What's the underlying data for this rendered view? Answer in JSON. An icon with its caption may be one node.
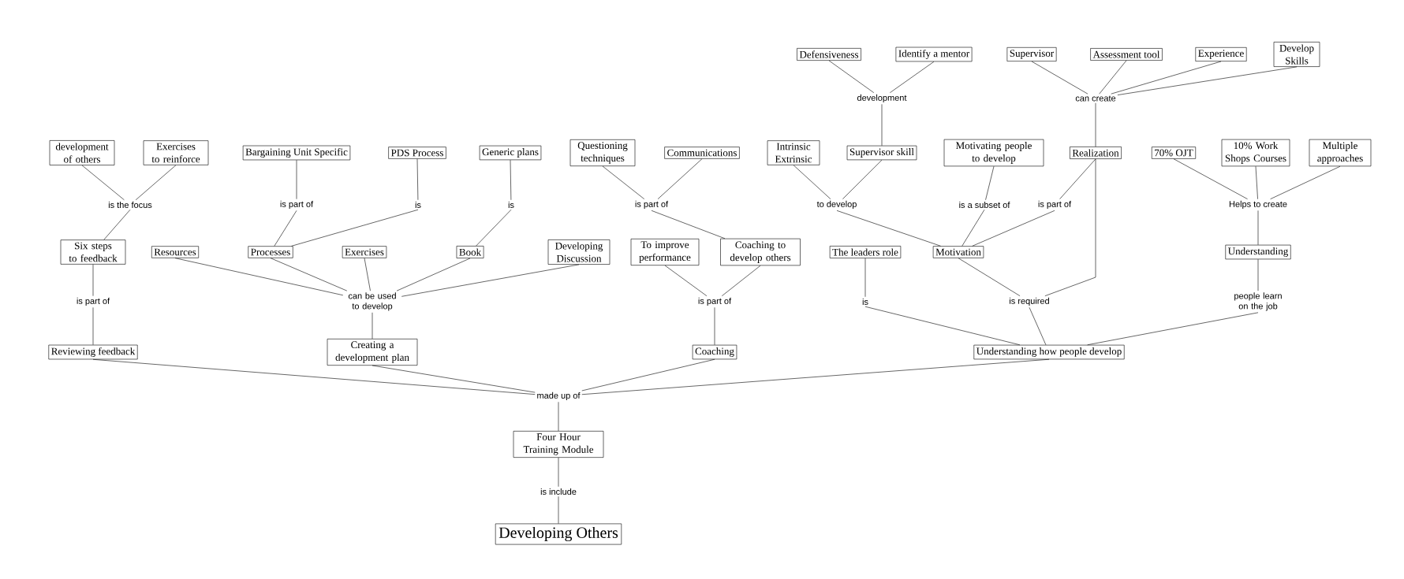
{
  "diagram": {
    "nodes": [
      {
        "text": [
          "Defensiveness"
        ]
      },
      {
        "text": [
          "Identify a mentor"
        ]
      },
      {
        "text": [
          "Supervisor"
        ]
      },
      {
        "text": [
          "Assessment tool"
        ]
      },
      {
        "text": [
          "Experience"
        ]
      },
      {
        "text": [
          "Develop Skills"
        ]
      },
      {
        "text": [
          "development"
        ]
      },
      {
        "text": [
          "can create"
        ]
      },
      {
        "text": [
          "development of others"
        ]
      },
      {
        "text": [
          "Exercises to reinforce"
        ]
      },
      {
        "text": [
          "Bargaining Unit Specific"
        ]
      },
      {
        "text": [
          "PDS Process"
        ]
      },
      {
        "text": [
          "Generic plans"
        ]
      },
      {
        "text": [
          "Questioning techniques"
        ]
      },
      {
        "text": [
          "Communications"
        ]
      },
      {
        "text": [
          "Intrinsic Extrinsic"
        ]
      },
      {
        "text": [
          "Supervisor skill"
        ]
      },
      {
        "text": [
          "Motivating people to develop"
        ]
      },
      {
        "text": [
          "Realization"
        ]
      },
      {
        "text": [
          "70% OJT"
        ]
      },
      {
        "text": [
          "10% Work Shops Courses"
        ]
      },
      {
        "text": [
          "Multiple approaches"
        ]
      },
      {
        "text": [
          "is the focus"
        ]
      },
      {
        "text": [
          "is part of"
        ]
      },
      {
        "text": [
          "is"
        ]
      },
      {
        "text": [
          "is"
        ]
      },
      {
        "text": [
          "is part of"
        ]
      },
      {
        "text": [
          "to develop"
        ]
      },
      {
        "text": [
          "is a subset of"
        ]
      },
      {
        "text": [
          "is part of"
        ]
      },
      {
        "text": [
          "Helps to create"
        ]
      },
      {
        "text": [
          "Six steps to feedback"
        ]
      },
      {
        "text": [
          "Resources"
        ]
      },
      {
        "text": [
          "Processes"
        ]
      },
      {
        "text": [
          "Exercises"
        ]
      },
      {
        "text": [
          "Book"
        ]
      },
      {
        "text": [
          "Developing Discussion"
        ]
      },
      {
        "text": [
          "To improve performance"
        ]
      },
      {
        "text": [
          "Coaching to develop others"
        ]
      },
      {
        "text": [
          "The leaders role"
        ]
      },
      {
        "text": [
          "Motivation"
        ]
      },
      {
        "text": [
          "Understanding"
        ]
      },
      {
        "text": [
          "is part of"
        ]
      },
      {
        "text": [
          "can be used to develop"
        ]
      },
      {
        "text": [
          "is part of"
        ]
      },
      {
        "text": [
          "is"
        ]
      },
      {
        "text": [
          "is required"
        ]
      },
      {
        "text": [
          "people learn on the job"
        ]
      },
      {
        "text": [
          "Reviewing feedback"
        ]
      },
      {
        "text": [
          "Creating a development plan"
        ]
      },
      {
        "text": [
          "Coaching"
        ]
      },
      {
        "text": [
          "Understanding how people develop"
        ]
      },
      {
        "text": [
          "made up of"
        ]
      },
      {
        "text": [
          "Four Hour Training Module"
        ]
      },
      {
        "text": [
          "is include"
        ]
      },
      {
        "text": [
          "Developing Others"
        ]
      }
    ],
    "edges": [
      {
        "from": 0,
        "to": 6,
        "arrow": "none"
      },
      {
        "from": 1,
        "to": 6,
        "arrow": "none"
      },
      {
        "from": 6,
        "to": 16,
        "arrow": "none"
      },
      {
        "from": 2,
        "to": 7,
        "arrow": "none"
      },
      {
        "from": 3,
        "to": 7,
        "arrow": "none"
      },
      {
        "from": 4,
        "to": 7,
        "arrow": "none"
      },
      {
        "from": 5,
        "to": 7,
        "arrow": "none"
      },
      {
        "from": 7,
        "to": 18,
        "arrow": "none"
      },
      {
        "from": 8,
        "to": 22,
        "arrow": "none"
      },
      {
        "from": 9,
        "to": 22,
        "arrow": "none"
      },
      {
        "from": 22,
        "to": 31,
        "arrow": "none"
      },
      {
        "from": 10,
        "to": 23,
        "arrow": "none"
      },
      {
        "from": 23,
        "to": 33,
        "arrow": "none"
      },
      {
        "from": 11,
        "to": 24,
        "arrow": "none"
      },
      {
        "from": 24,
        "to": 33,
        "arrow": "none"
      },
      {
        "from": 12,
        "to": 25,
        "arrow": "none"
      },
      {
        "from": 25,
        "to": 35,
        "arrow": "none"
      },
      {
        "from": 13,
        "to": 26,
        "arrow": "none"
      },
      {
        "from": 14,
        "to": 26,
        "arrow": "none"
      },
      {
        "from": 26,
        "to": 38,
        "arrow": "none"
      },
      {
        "from": 15,
        "to": 27,
        "arrow": "none"
      },
      {
        "from": 16,
        "to": 27,
        "arrow": "none"
      },
      {
        "from": 27,
        "to": 40,
        "arrow": "none"
      },
      {
        "from": 17,
        "to": 28,
        "arrow": "none"
      },
      {
        "from": 28,
        "to": 40,
        "arrow": "none"
      },
      {
        "from": 18,
        "to": 29,
        "arrow": "none"
      },
      {
        "from": 29,
        "to": 40,
        "arrow": "none"
      },
      {
        "from": 19,
        "to": 30,
        "arrow": "none"
      },
      {
        "from": 20,
        "to": 30,
        "arrow": "none"
      },
      {
        "from": 21,
        "to": 30,
        "arrow": "none"
      },
      {
        "from": 30,
        "to": 41,
        "arrow": "none"
      },
      {
        "from": 31,
        "to": 42,
        "arrow": "none"
      },
      {
        "from": 42,
        "to": 48,
        "arrow": "none"
      },
      {
        "from": 32,
        "to": 43,
        "arrow": "none"
      },
      {
        "from": 33,
        "to": 43,
        "arrow": "none"
      },
      {
        "from": 34,
        "to": 43,
        "arrow": "none"
      },
      {
        "from": 35,
        "to": 43,
        "arrow": "none"
      },
      {
        "from": 36,
        "to": 43,
        "arrow": "none"
      },
      {
        "from": 43,
        "to": 49,
        "arrow": "none"
      },
      {
        "from": 37,
        "to": 44,
        "arrow": "none"
      },
      {
        "from": 38,
        "to": 44,
        "arrow": "none"
      },
      {
        "from": 44,
        "to": 50,
        "arrow": "none"
      },
      {
        "from": 39,
        "to": 45,
        "arrow": "none"
      },
      {
        "from": 45,
        "to": 51,
        "arrow": "none"
      },
      {
        "from": 40,
        "to": 46,
        "arrow": "none"
      },
      {
        "from": 18,
        "to": 46,
        "arrow": "none"
      },
      {
        "from": 46,
        "to": 51,
        "arrow": "none"
      },
      {
        "from": 41,
        "to": 47,
        "arrow": "none"
      },
      {
        "from": 47,
        "to": 51,
        "arrow": "none"
      },
      {
        "from": 48,
        "to": 52,
        "arrow": "none"
      },
      {
        "from": 49,
        "to": 52,
        "arrow": "none"
      },
      {
        "from": 50,
        "to": 52,
        "arrow": "none"
      },
      {
        "from": 51,
        "to": 52,
        "arrow": "none"
      },
      {
        "from": 52,
        "to": 53,
        "arrow": "none"
      },
      {
        "from": 53,
        "to": 54,
        "arrow": "none"
      },
      {
        "from": 54,
        "to": 55,
        "arrow": "none"
      }
    ]
  }
}
